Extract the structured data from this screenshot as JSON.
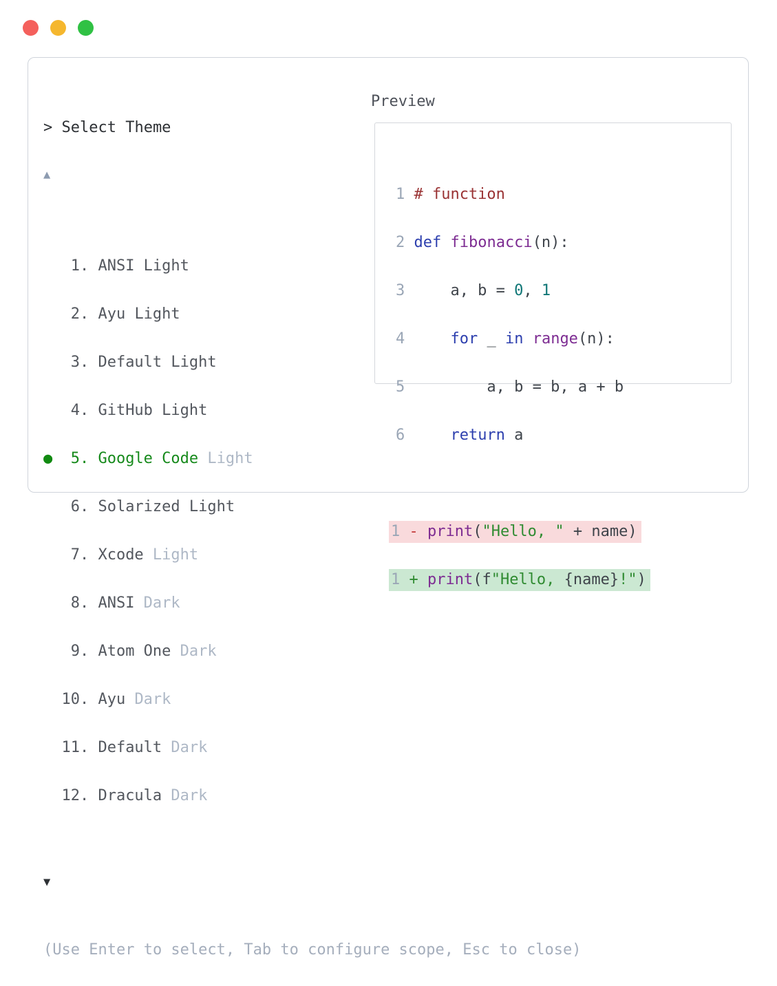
{
  "window": {
    "traffic_lights": [
      {
        "name": "close",
        "color": "#f4605c"
      },
      {
        "name": "minimize",
        "color": "#f5b72e"
      },
      {
        "name": "maximize",
        "color": "#30c144"
      }
    ]
  },
  "picker": {
    "prompt": "> Select Theme",
    "scroll_up_icon": "▲",
    "scroll_down_icon": "▼",
    "selected_marker": "●",
    "selected_number": "5.",
    "items": [
      {
        "number": "1.",
        "name": "ANSI",
        "suffix": "Light"
      },
      {
        "number": "2.",
        "name": "Ayu",
        "suffix": "Light"
      },
      {
        "number": "3.",
        "name": "Default",
        "suffix": "Light"
      },
      {
        "number": "4.",
        "name": "GitHub",
        "suffix": "Light"
      },
      {
        "number": "5.",
        "name": "Google Code",
        "suffix": "Light"
      },
      {
        "number": "6.",
        "name": "Solarized",
        "suffix": "Light"
      },
      {
        "number": "7.",
        "name": "Xcode",
        "suffix": "Light"
      },
      {
        "number": "8.",
        "name": "ANSI",
        "suffix": "Dark"
      },
      {
        "number": "9.",
        "name": "Atom One",
        "suffix": "Dark"
      },
      {
        "number": "10.",
        "name": "Ayu",
        "suffix": "Dark"
      },
      {
        "number": "11.",
        "name": "Default",
        "suffix": "Dark"
      },
      {
        "number": "12.",
        "name": "Dracula",
        "suffix": "Dark"
      }
    ],
    "help": "(Use Enter to select, Tab to configure scope, Esc to close)"
  },
  "preview": {
    "label": "Preview",
    "code_lines": [
      {
        "num": "1",
        "tokens": [
          {
            "t": "# function",
            "c": "comment"
          }
        ]
      },
      {
        "num": "2",
        "tokens": [
          {
            "t": "def",
            "c": "keyword"
          },
          {
            "t": " ",
            "c": "plain"
          },
          {
            "t": "fibonacci",
            "c": "function"
          },
          {
            "t": "(n):",
            "c": "plain"
          }
        ]
      },
      {
        "num": "3",
        "tokens": [
          {
            "t": "    a, b = ",
            "c": "plain"
          },
          {
            "t": "0",
            "c": "number"
          },
          {
            "t": ", ",
            "c": "plain"
          },
          {
            "t": "1",
            "c": "number"
          }
        ]
      },
      {
        "num": "4",
        "tokens": [
          {
            "t": "    ",
            "c": "plain"
          },
          {
            "t": "for",
            "c": "keyword"
          },
          {
            "t": " _ ",
            "c": "plain"
          },
          {
            "t": "in",
            "c": "keyword"
          },
          {
            "t": " ",
            "c": "plain"
          },
          {
            "t": "range",
            "c": "function"
          },
          {
            "t": "(n):",
            "c": "plain"
          }
        ]
      },
      {
        "num": "5",
        "tokens": [
          {
            "t": "        a, b = b, a + b",
            "c": "plain"
          }
        ]
      },
      {
        "num": "6",
        "tokens": [
          {
            "t": "    ",
            "c": "plain"
          },
          {
            "t": "return",
            "c": "keyword"
          },
          {
            "t": " a",
            "c": "plain"
          }
        ]
      }
    ],
    "diff_lines": [
      {
        "num": "1",
        "kind": "removed",
        "tokens": [
          {
            "t": "- ",
            "c": "removed-sign"
          },
          {
            "t": "print",
            "c": "function"
          },
          {
            "t": "(",
            "c": "plain"
          },
          {
            "t": "\"Hello, \"",
            "c": "string"
          },
          {
            "t": " + name)",
            "c": "plain"
          }
        ]
      },
      {
        "num": "1",
        "kind": "added",
        "tokens": [
          {
            "t": "+ ",
            "c": "added-sign"
          },
          {
            "t": "print",
            "c": "function"
          },
          {
            "t": "(f",
            "c": "plain"
          },
          {
            "t": "\"Hello, ",
            "c": "string"
          },
          {
            "t": "{name}",
            "c": "plain"
          },
          {
            "t": "!\"",
            "c": "string"
          },
          {
            "t": ")",
            "c": "plain"
          }
        ]
      }
    ]
  },
  "colors": {
    "selected_green": "#178a1c",
    "selected_bullet": "#118a11",
    "list_text": "#53575e",
    "muted_text": "#aeb8c6",
    "title_text": "#2e3135",
    "help_text": "#a5aebc",
    "line_number": "#9aa6b6",
    "scroll_up_arrow": "#8d9bb0",
    "scroll_down_arrow": "#2e3135",
    "comment": "#9a3334",
    "keyword": "#2d3fae",
    "function": "#7d2c92",
    "number": "#0f7676",
    "string": "#2f8b31",
    "removed_sign": "#c43a3a",
    "added_sign": "#2f8b31",
    "removed_bg": "#f9dadc",
    "added_bg": "#cbe8d2",
    "panel_border": "#cfd4db"
  }
}
